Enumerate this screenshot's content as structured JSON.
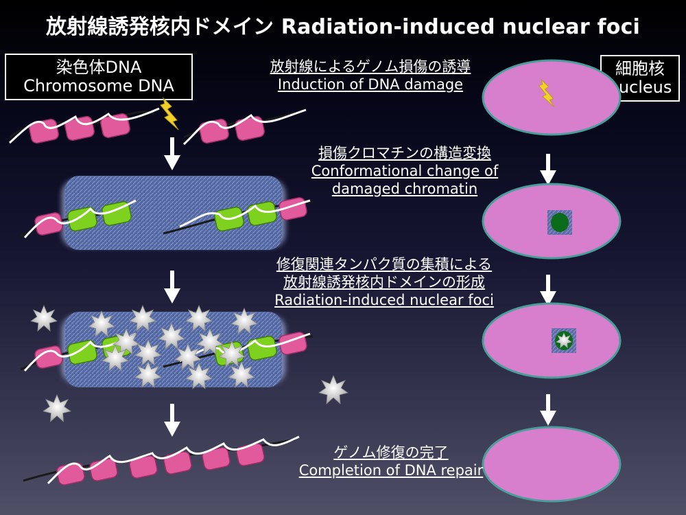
{
  "title": "放射線誘発核内ドメイン Radiation-induced nuclear foci",
  "labels": {
    "chromosome_dna": [
      "染色体DNA",
      "Chromosome DNA"
    ],
    "nucleus": [
      "細胞核",
      "nucleus"
    ]
  },
  "steps": [
    {
      "jp": "放射線によるゲノム損傷の誘導",
      "en": [
        "Induction of DNA damage"
      ]
    },
    {
      "jp": "損傷クロマチンの構造変換",
      "en": [
        "Conformational change of",
        "damaged chromatin"
      ]
    },
    {
      "jp": "修復関連タンパク質の集積による",
      "jp2": "放射線誘発核内ドメインの形成",
      "en": [
        "Radiation-induced nuclear foci"
      ]
    },
    {
      "jp": "ゲノム修復の完了",
      "en": [
        "Completion of DNA repair"
      ]
    }
  ],
  "colors": {
    "nucleosome_pink": "#e05a9c",
    "nucleosome_green": "#7fd11f",
    "chromatin_domain_blue": "#5a6fa8",
    "nucleus_fill": "#d77fcc",
    "nucleus_edge": "#4a9e9a",
    "focus_green": "#0a6b1a",
    "lightning_yellow": "#f2d22a",
    "protein_star": "#dcdcdc"
  }
}
